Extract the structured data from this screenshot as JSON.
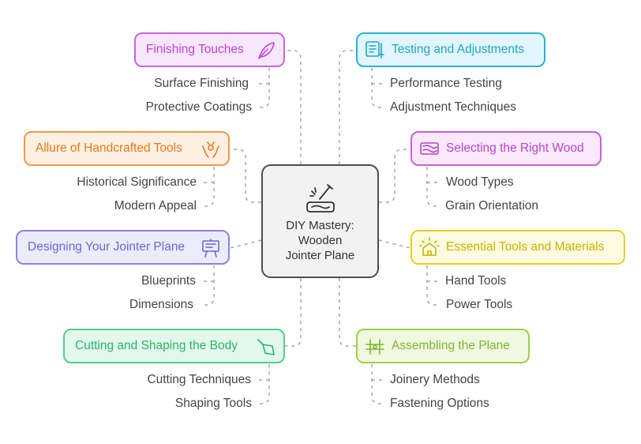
{
  "center": {
    "title": "DIY Mastery:\nWooden\nJointer Plane",
    "icon": "hammer-and-wood-icon"
  },
  "topics": [
    {
      "key": "finishing",
      "title": "Finishing Touches",
      "icon": "feather-quill-icon",
      "color": "#c766dc",
      "items": [
        "Surface Finishing",
        "Protective Coatings"
      ]
    },
    {
      "key": "testing",
      "title": "Testing and Adjustments",
      "icon": "tools-panel-icon",
      "color": "#29b3d1",
      "items": [
        "Performance Testing",
        "Adjustment Techniques"
      ]
    },
    {
      "key": "allure",
      "title": "Allure of Handcrafted Tools",
      "icon": "hands-craft-icon",
      "color": "#ee9a45",
      "items": [
        "Historical Significance",
        "Modern Appeal"
      ]
    },
    {
      "key": "wood",
      "title": "Selecting the Right Wood",
      "icon": "wood-plank-icon",
      "color": "#c95fd6",
      "items": [
        "Wood Types",
        "Grain Orientation"
      ]
    },
    {
      "key": "designing",
      "title": "Designing Your Jointer Plane",
      "icon": "blueprint-easel-icon",
      "color": "#8c83e2",
      "items": [
        "Blueprints",
        "Dimensions"
      ]
    },
    {
      "key": "tools",
      "title": "Essential Tools and Materials",
      "icon": "house-bright-icon",
      "color": "#e2d12a",
      "items": [
        "Hand Tools",
        "Power Tools"
      ]
    },
    {
      "key": "cutting",
      "title": "Cutting and Shaping the Body",
      "icon": "trowel-icon",
      "color": "#55cc8b",
      "items": [
        "Cutting Techniques",
        "Shaping Tools"
      ]
    },
    {
      "key": "assembling",
      "title": "Assembling the Plane",
      "icon": "clamp-assembly-icon",
      "color": "#9fd146",
      "items": [
        "Joinery Methods",
        "Fastening Options"
      ]
    }
  ]
}
